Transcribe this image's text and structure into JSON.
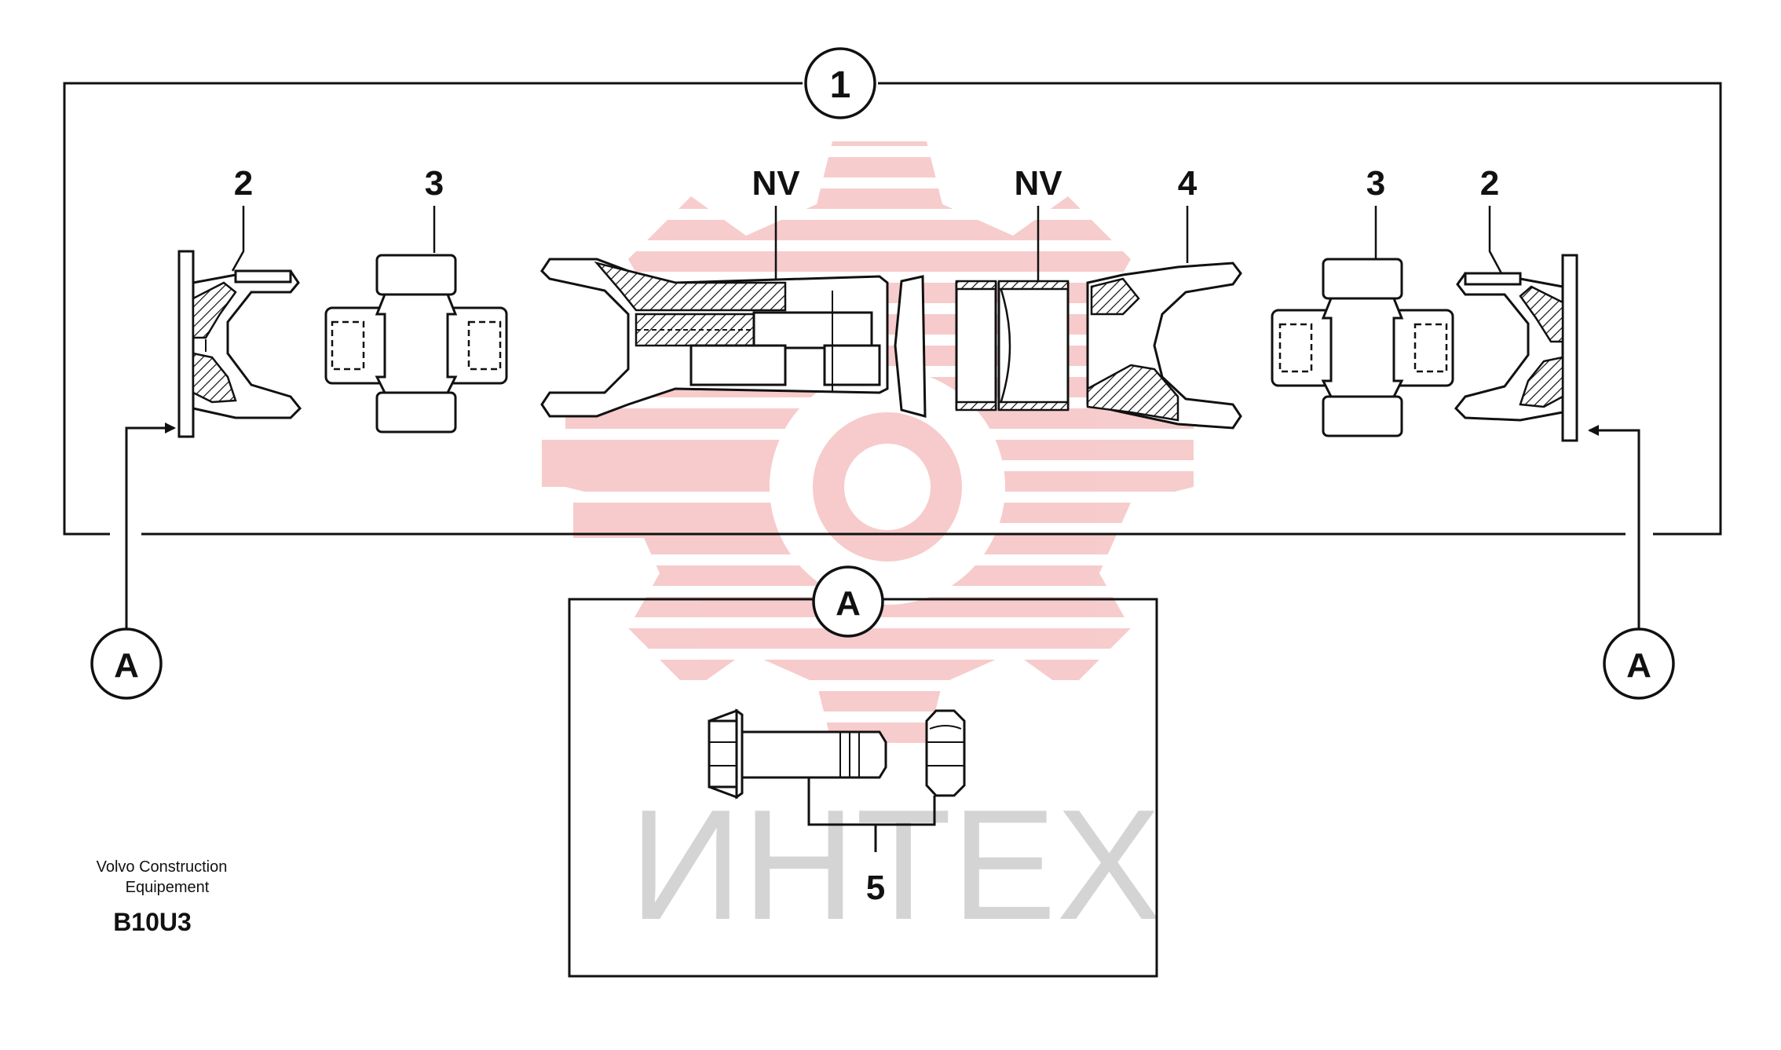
{
  "labels": {
    "main_assembly": "1",
    "yoke_flange_left": "2",
    "spider_left": "3",
    "nv_shaft": "NV",
    "nv_boot": "NV",
    "slip_yoke": "4",
    "spider_right": "3",
    "yoke_flange_right": "2",
    "detail_left": "A",
    "detail_right": "A",
    "detail_box_title": "A",
    "bolt_nut": "5"
  },
  "footer": {
    "company_line1": "Volvo Construction",
    "company_line2": "Equipement",
    "code": "B10U3"
  },
  "watermark": {
    "text": "ИНТЕХ",
    "logo_color": "#f7c9c9",
    "text_color": "#d4d4d4"
  }
}
